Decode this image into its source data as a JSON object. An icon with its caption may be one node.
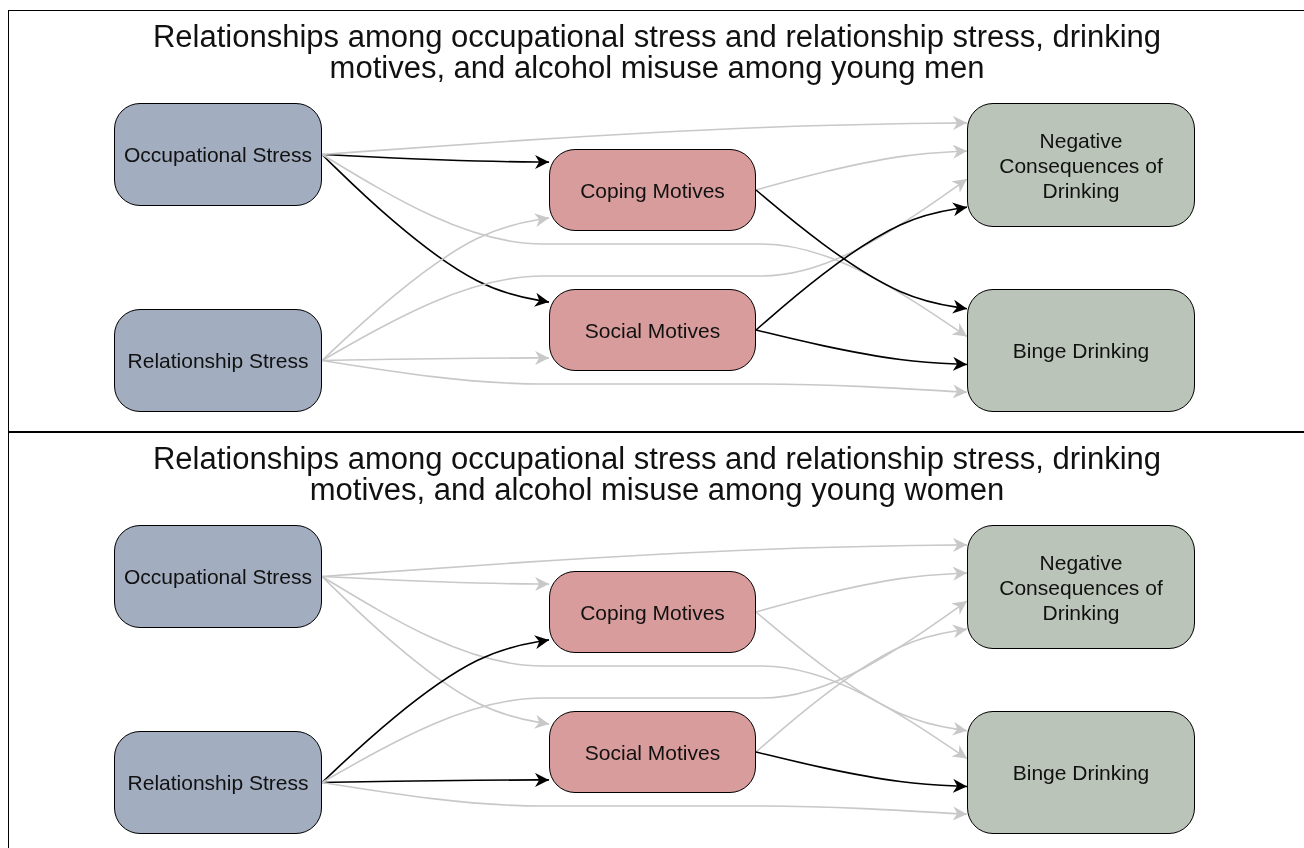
{
  "diagram": {
    "nodes": [
      {
        "text": [
          "Relationships among occupational stress and relationship stress, drinking motives, and alcohol misuse among young men"
        ]
      },
      {
        "text": [
          "Occupational Stress"
        ],
        "in": 0
      },
      {
        "text": [
          "Relationship Stress"
        ],
        "in": 0
      },
      {
        "text": [
          "Coping Motives"
        ],
        "in": 0
      },
      {
        "text": [
          "Social Motives"
        ],
        "in": 0
      },
      {
        "text": [
          "Negative Consequences of Drinking"
        ],
        "in": 0
      },
      {
        "text": [
          "Binge Drinking"
        ],
        "in": 0
      },
      {
        "text": [
          "Relationships among occupational stress and relationship stress, drinking motives, and alcohol misuse among young women"
        ]
      },
      {
        "text": [
          "Occupational Stress"
        ],
        "in": 7
      },
      {
        "text": [
          "Relationship Stress"
        ],
        "in": 7
      },
      {
        "text": [
          "Coping Motives"
        ],
        "in": 7
      },
      {
        "text": [
          "Social Motives"
        ],
        "in": 7
      },
      {
        "text": [
          "Negative Consequences of Drinking"
        ],
        "in": 7
      },
      {
        "text": [
          "Binge Drinking"
        ],
        "in": 7
      }
    ],
    "edges": [
      {
        "from": 1,
        "to": 3,
        "arrow": "to",
        "color": "#000000"
      },
      {
        "from": 1,
        "to": 4,
        "arrow": "to",
        "color": "#000000"
      },
      {
        "from": 1,
        "to": 5,
        "arrow": "to"
      },
      {
        "from": 1,
        "to": 6,
        "arrow": "to"
      },
      {
        "from": 2,
        "to": 3,
        "arrow": "to"
      },
      {
        "from": 2,
        "to": 4,
        "arrow": "to"
      },
      {
        "from": 2,
        "to": 5,
        "arrow": "to"
      },
      {
        "from": 2,
        "to": 6,
        "arrow": "to"
      },
      {
        "from": 3,
        "to": 5,
        "arrow": "to"
      },
      {
        "from": 3,
        "to": 6,
        "arrow": "to",
        "color": "#000000"
      },
      {
        "from": 4,
        "to": 5,
        "arrow": "to",
        "color": "#000000"
      },
      {
        "from": 4,
        "to": 6,
        "arrow": "to",
        "color": "#000000"
      },
      {
        "from": 8,
        "to": 10,
        "arrow": "to"
      },
      {
        "from": 8,
        "to": 11,
        "arrow": "to"
      },
      {
        "from": 8,
        "to": 12,
        "arrow": "to"
      },
      {
        "from": 8,
        "to": 13,
        "arrow": "to"
      },
      {
        "from": 9,
        "to": 10,
        "arrow": "to",
        "color": "#000000"
      },
      {
        "from": 9,
        "to": 11,
        "arrow": "to",
        "color": "#000000"
      },
      {
        "from": 9,
        "to": 12,
        "arrow": "to"
      },
      {
        "from": 9,
        "to": 13,
        "arrow": "to"
      },
      {
        "from": 10,
        "to": 12,
        "arrow": "to"
      },
      {
        "from": 10,
        "to": 13,
        "arrow": "to"
      },
      {
        "from": 11,
        "to": 12,
        "arrow": "to"
      },
      {
        "from": 11,
        "to": 13,
        "arrow": "to",
        "color": "#000000"
      }
    ]
  }
}
